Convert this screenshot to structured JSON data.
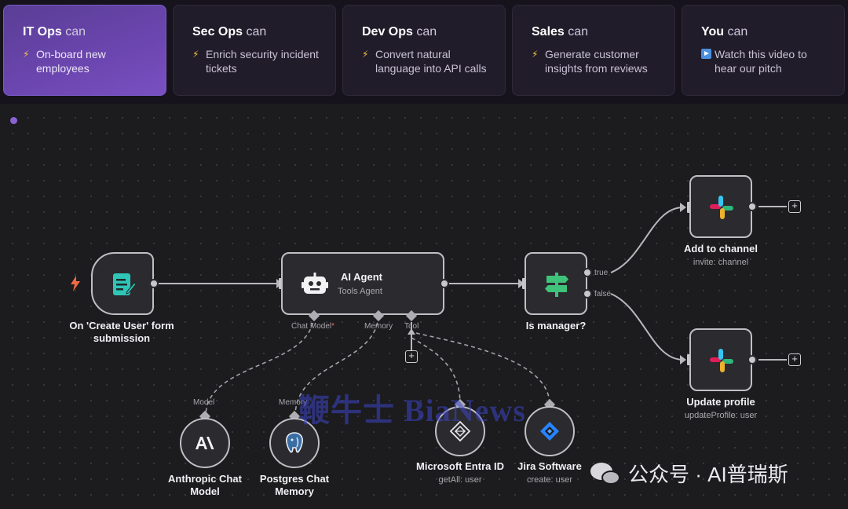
{
  "tabs": [
    {
      "title_bold": "IT Ops",
      "title_rest": " can",
      "icon": "bolt-icon",
      "desc": "On-board new employees",
      "active": true
    },
    {
      "title_bold": "Sec Ops",
      "title_rest": " can",
      "icon": "bolt-icon",
      "desc": "Enrich security incident tickets",
      "active": false
    },
    {
      "title_bold": "Dev Ops",
      "title_rest": " can",
      "icon": "bolt-icon",
      "desc": "Convert natural language into API calls",
      "active": false
    },
    {
      "title_bold": "Sales",
      "title_rest": " can",
      "icon": "bolt-icon",
      "desc": "Generate customer insights from reviews",
      "active": false
    },
    {
      "title_bold": "You",
      "title_rest": " can",
      "icon": "play-icon",
      "desc": "Watch this video to hear our pitch",
      "active": false
    }
  ],
  "nodes": {
    "trigger": {
      "label_line1": "On 'Create User' form",
      "label_line2": "submission"
    },
    "agent": {
      "title": "AI Agent",
      "subtitle": "Tools Agent",
      "ports": {
        "chat_model": "Chat Model",
        "required_mark": "*",
        "memory": "Memory",
        "tool": "Tool"
      }
    },
    "if": {
      "label": "Is manager?",
      "true_label": "true",
      "false_label": "false"
    },
    "add_channel": {
      "label": "Add to channel",
      "sub": "invite: channel"
    },
    "update_profile": {
      "label": "Update profile",
      "sub": "updateProfile: user"
    },
    "anthropic": {
      "port": "Model",
      "label_line1": "Anthropic Chat",
      "label_line2": "Model"
    },
    "postgres": {
      "port": "Memory",
      "label_line1": "Postgres Chat",
      "label_line2": "Memory"
    },
    "entra": {
      "label": "Microsoft Entra ID",
      "sub": "getAll: user"
    },
    "jira": {
      "label": "Jira Software",
      "sub": "create: user"
    }
  },
  "overlay": {
    "watermark": "鞭牛士 BiaNews",
    "wechat_text": "公众号 · AI普瑞斯"
  },
  "colors": {
    "accent_purple": "#6c46b0",
    "node_border": "#bfbfc4",
    "canvas_bg": "#1c1b1d"
  }
}
